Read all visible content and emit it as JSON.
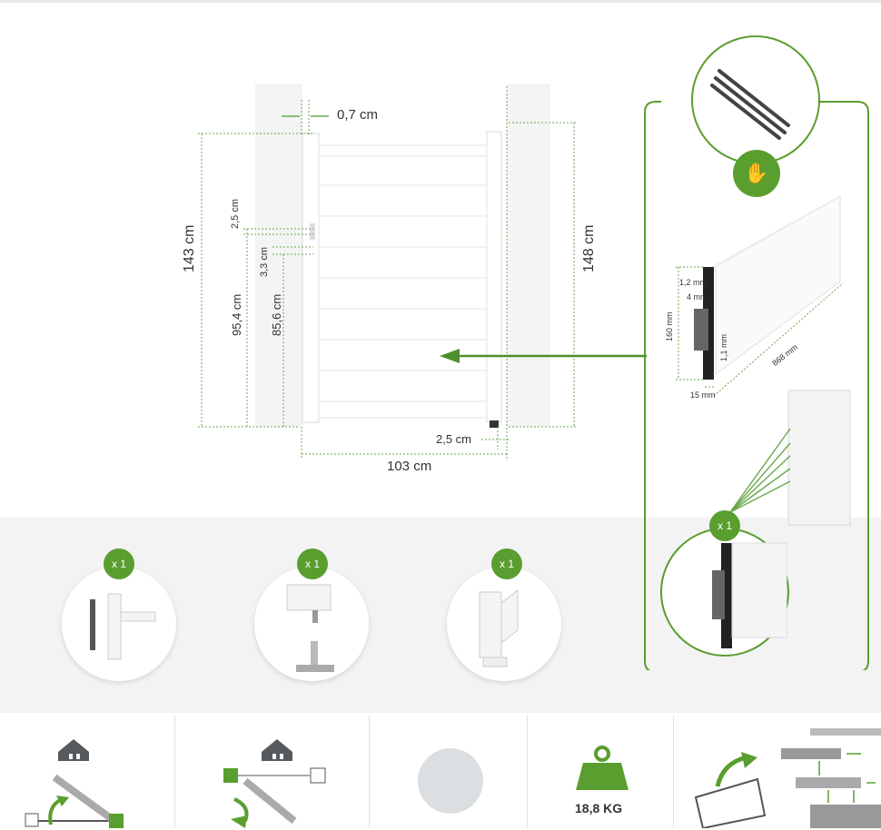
{
  "dimensions": {
    "gap_top": "0,7 cm",
    "height_left": "143 cm",
    "height_right": "148 cm",
    "gap_a": "2,5 cm",
    "gap_b": "3,3 cm",
    "height_a": "95,4 cm",
    "height_b": "85,6 cm",
    "bottom_gap": "2,5 cm",
    "width": "103 cm"
  },
  "profile": {
    "thickness_top": "1,2 mm",
    "depth": "4 mm",
    "height": "160 mm",
    "wall": "1,1 mm",
    "length": "868 mm",
    "width": "15 mm"
  },
  "badges": {
    "panel_qty": "x 1",
    "handle_qty": "x 1",
    "stop_qty": "x 1",
    "hinge_qty": "x 1"
  },
  "bottom": {
    "weight": "18,8 KG"
  },
  "colors": {
    "accent": "#5a9e2f",
    "guide": "#6aa84f",
    "arrow": "#4e8f2c",
    "grey_icon": "#555a5e"
  }
}
